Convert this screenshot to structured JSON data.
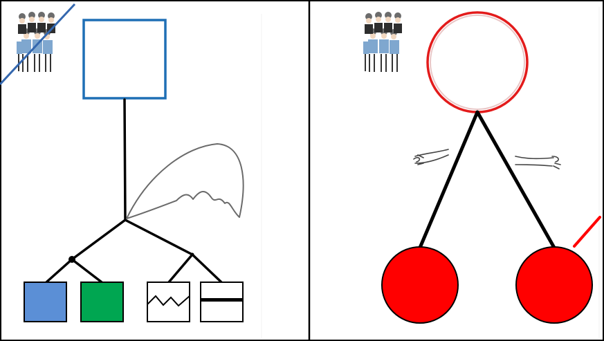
{
  "diagram": {
    "left_panel": {
      "nodes": [
        {
          "id": "root",
          "shape": "square",
          "style": "outline",
          "color": "#1f6fb5"
        },
        {
          "id": "child-1",
          "shape": "square",
          "style": "filled",
          "color": "#5b8fd6"
        },
        {
          "id": "child-2",
          "shape": "square",
          "style": "filled",
          "color": "#00a651"
        },
        {
          "id": "child-3",
          "shape": "square",
          "style": "zigzag-pattern",
          "color": "#000000"
        },
        {
          "id": "child-4",
          "shape": "square",
          "style": "bar-pattern",
          "color": "#000000"
        }
      ],
      "annotations": [
        "crowd-drawing",
        "diagonal-strike",
        "leaf-sketch"
      ]
    },
    "right_panel": {
      "nodes": [
        {
          "id": "root",
          "shape": "circle",
          "style": "outline",
          "color": "#e31b1b"
        },
        {
          "id": "child-left",
          "shape": "circle",
          "style": "filled",
          "color": "#ff0000"
        },
        {
          "id": "child-right",
          "shape": "circle",
          "style": "filled",
          "color": "#ff0000"
        }
      ],
      "annotations": [
        "crowd-drawing",
        "left-arm-sketch",
        "right-arm-sketch",
        "red-tick"
      ]
    },
    "colors": {
      "blue_outline": "#1f6fb5",
      "blue_fill": "#5b8fd6",
      "green_fill": "#00a651",
      "red": "#ff0000",
      "red_outline": "#e31b1b",
      "line": "#000000"
    }
  }
}
